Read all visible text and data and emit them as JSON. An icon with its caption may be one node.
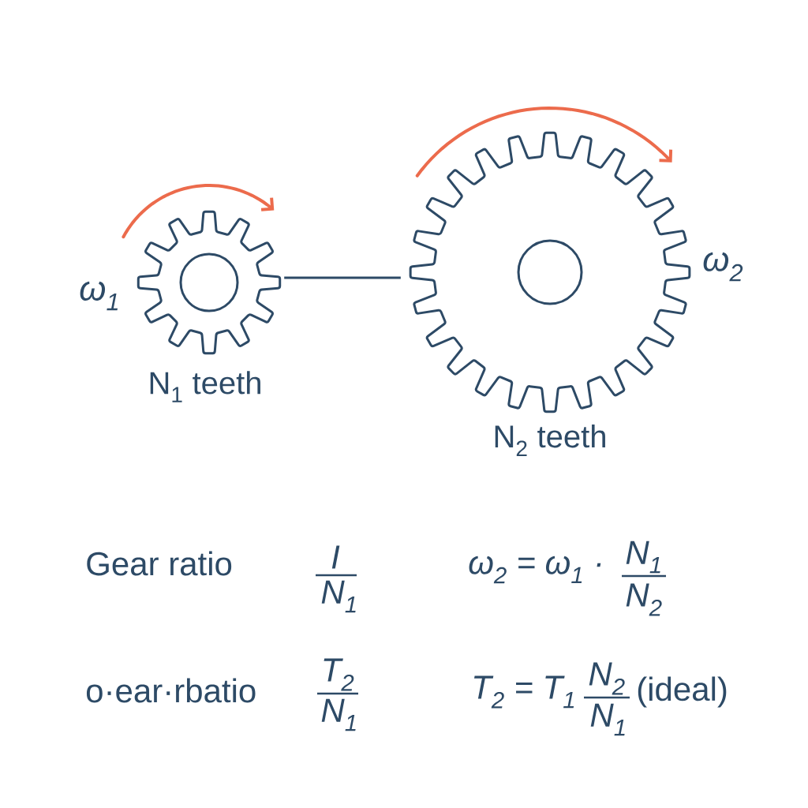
{
  "diagram": {
    "nodes": [
      {
        "text": [],
        "shape": "gear",
        "beside": [
          "ω$_{1}$",
          "N$_{1}$ teeth"
        ]
      },
      {
        "text": [],
        "shape": "gear",
        "beside": [
          "ω$_{2}$",
          "N$_{2}$ teeth"
        ]
      }
    ],
    "edges": [
      {
        "from": 0,
        "to": 1,
        "arrow": "none"
      }
    ],
    "labels": [
      "Gear ratio",
      "I",
      "N$_{1}$",
      "ω$_{2}$ = ω$_{1}$ ·",
      "N$_{1}$",
      "N$_{2}$",
      "o·ear·rbatio",
      "T$_{2}$",
      "N$_{1}$",
      "T$_{2}$ = T$_{1}$",
      "N$_{2}$",
      "N$_{1}$",
      "(ideal)"
    ]
  }
}
